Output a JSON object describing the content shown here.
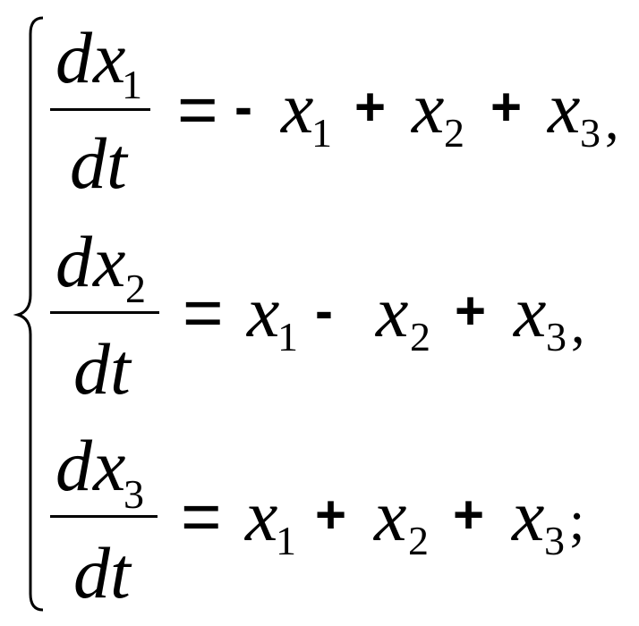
{
  "system": {
    "equations": [
      {
        "numerator": {
          "d": "d",
          "var": "x",
          "sub": "1"
        },
        "denominator": "dt",
        "equals": "=",
        "rhs": [
          {
            "sign": "-",
            "var": "x",
            "sub": "1"
          },
          {
            "sign": "+",
            "var": "x",
            "sub": "2"
          },
          {
            "sign": "+",
            "var": "x",
            "sub": "3"
          }
        ],
        "end": ","
      },
      {
        "numerator": {
          "d": "d",
          "var": "x",
          "sub": "2"
        },
        "denominator": "dt",
        "equals": "=",
        "rhs": [
          {
            "sign": "",
            "var": "x",
            "sub": "1"
          },
          {
            "sign": "-",
            "var": "x",
            "sub": "2"
          },
          {
            "sign": "+",
            "var": "x",
            "sub": "3"
          }
        ],
        "end": ","
      },
      {
        "numerator": {
          "d": "d",
          "var": "x",
          "sub": "3"
        },
        "denominator": "dt",
        "equals": "=",
        "rhs": [
          {
            "sign": "",
            "var": "x",
            "sub": "1"
          },
          {
            "sign": "+",
            "var": "x",
            "sub": "2"
          },
          {
            "sign": "+",
            "var": "x",
            "sub": "3"
          }
        ],
        "end": ";"
      }
    ]
  }
}
